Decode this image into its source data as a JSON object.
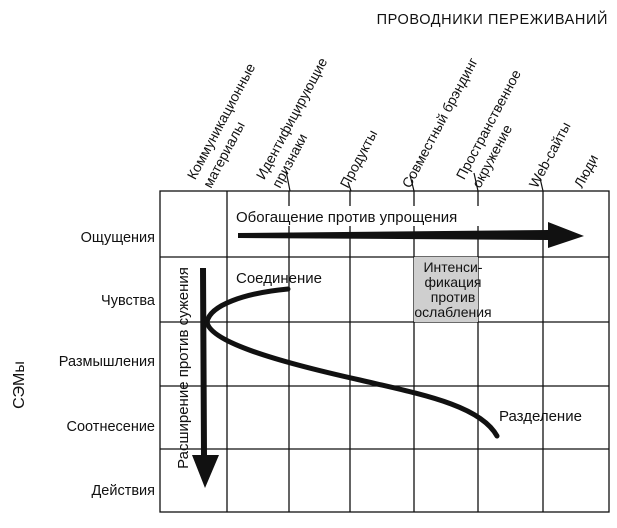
{
  "header": {
    "title": "ПРОВОДНИКИ ПЕРЕЖИВАНИЙ"
  },
  "axis": {
    "vertical_label": "СЭМы"
  },
  "columns": [
    {
      "id": "comm",
      "lines": [
        "Коммуникационные",
        "материалы"
      ]
    },
    {
      "id": "ident",
      "lines": [
        "Идентифицирующие",
        "признаки"
      ]
    },
    {
      "id": "prod",
      "lines": [
        "Продукты"
      ]
    },
    {
      "id": "cobrand",
      "lines": [
        "Совместный брэндинг"
      ]
    },
    {
      "id": "space",
      "lines": [
        "Пространственное",
        "окружение"
      ]
    },
    {
      "id": "web",
      "lines": [
        "Web-сайты"
      ]
    },
    {
      "id": "people",
      "lines": [
        "Люди"
      ]
    }
  ],
  "rows": [
    {
      "id": "sense",
      "label": "Ощущения"
    },
    {
      "id": "feel",
      "label": "Чувства"
    },
    {
      "id": "think",
      "label": "Размышления"
    },
    {
      "id": "relate",
      "label": "Соотнесение"
    },
    {
      "id": "act",
      "label": "Действия"
    }
  ],
  "annotations": {
    "enrich": "Обогащение против упрощения",
    "broaden": "Расширение против сужения",
    "connect": "Соединение",
    "separate": "Разделение",
    "intens_lines": [
      "Интенси-",
      "фикация",
      "против",
      "ослабления"
    ]
  },
  "colors": {
    "ink": "#111111",
    "highlight": "#cfcfcf"
  }
}
